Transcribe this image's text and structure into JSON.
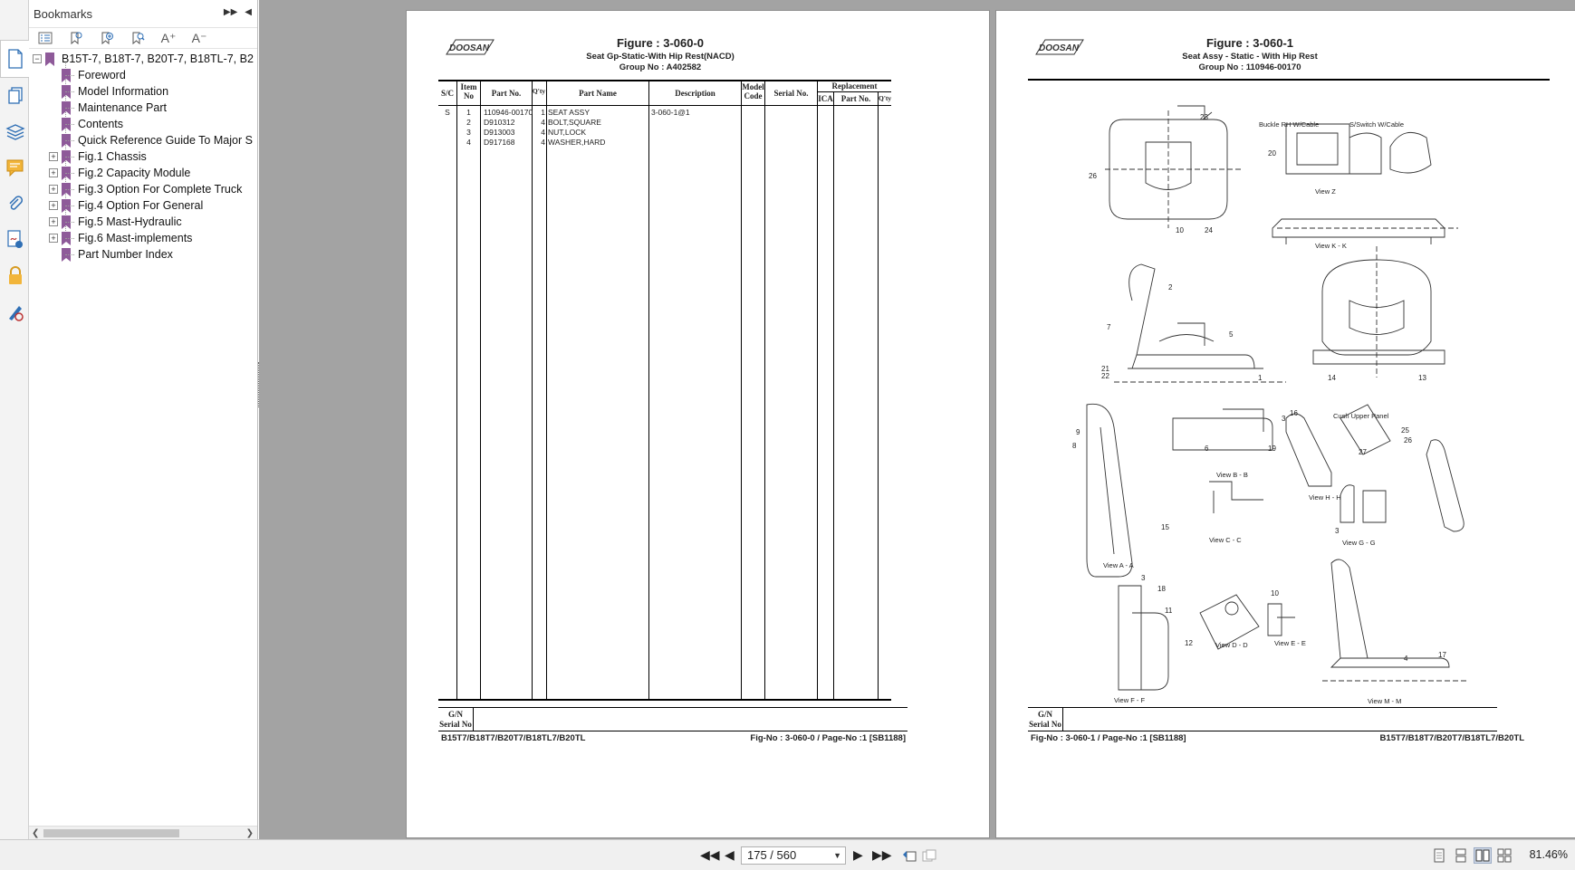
{
  "bookmarks": {
    "title": "Bookmarks",
    "root_label": "B15T-7, B18T-7, B20T-7, B18TL-7, B2",
    "items": [
      {
        "label": "Foreword",
        "expandable": false
      },
      {
        "label": "Model Information",
        "expandable": false
      },
      {
        "label": "Maintenance Part",
        "expandable": false
      },
      {
        "label": "Contents",
        "expandable": false
      },
      {
        "label": "Quick Reference Guide To Major S",
        "expandable": false
      },
      {
        "label": "Fig.1 Chassis",
        "expandable": true
      },
      {
        "label": "Fig.2 Capacity Module",
        "expandable": true
      },
      {
        "label": "Fig.3 Option For Complete Truck",
        "expandable": true
      },
      {
        "label": "Fig.4 Option For General",
        "expandable": true
      },
      {
        "label": "Fig.5 Mast-Hydraulic",
        "expandable": true
      },
      {
        "label": "Fig.6 Mast-implements",
        "expandable": true
      },
      {
        "label": "Part Number Index",
        "expandable": false
      }
    ],
    "toolbar": {
      "text_larger": "A⁺",
      "text_smaller": "A⁻"
    },
    "flag_color": "#8e5a99"
  },
  "page_left": {
    "logo": "DOOSAN",
    "figure_title": "Figure : 3-060-0",
    "subtitle": "Seat Gp-Static-With Hip Rest(NACD)",
    "group_no": "Group No :  A402582",
    "headers": {
      "sc": "S/C",
      "item_no": "Item No",
      "part_no": "Part No.",
      "qty": "Q'ty",
      "part_name": "Part Name",
      "description": "Description",
      "model_code": "Model Code",
      "serial_no": "Serial No.",
      "replacement": "Replacement",
      "ica": "ICA",
      "rep_part_no": "Part No.",
      "rep_qty": "Q'ty"
    },
    "rows": [
      {
        "sc": "S",
        "item": "1",
        "part_no": "110946-00170",
        "qty": "1",
        "name": "SEAT ASSY",
        "desc": "3-060-1@1"
      },
      {
        "sc": "",
        "item": "2",
        "part_no": "D910312",
        "qty": "4",
        "name": "BOLT,SQUARE",
        "desc": ""
      },
      {
        "sc": "",
        "item": "3",
        "part_no": "D913003",
        "qty": "4",
        "name": "NUT,LOCK",
        "desc": ""
      },
      {
        "sc": "",
        "item": "4",
        "part_no": "D917168",
        "qty": "4",
        "name": "WASHER,HARD",
        "desc": ""
      }
    ],
    "gn_label": "G/N Serial No",
    "footer_left": "B15T7/B18T7/B20T7/B18TL7/B20TL",
    "footer_right": "Fig-No : 3-060-0 / Page-No :1 [SB1188]"
  },
  "page_right": {
    "logo": "DOOSAN",
    "figure_title": "Figure : 3-060-1",
    "subtitle": "Seat Assy - Static - With Hip Rest",
    "group_no": "Group No :  110946-00170",
    "view_labels": [
      "View Z",
      "View K - K",
      "View A - A",
      "View B - B",
      "View H - H",
      "View C - C",
      "View G - G",
      "View F - F",
      "View D - D",
      "View E - E",
      "View M - M"
    ],
    "callouts": [
      "Buckle RH W/Cable",
      "S/Switch W/Cable",
      "Cush Upper Panel"
    ],
    "gn_label": "G/N Serial No",
    "footer_left": "Fig-No : 3-060-1 / Page-No :1 [SB1188]",
    "footer_right": "B15T7/B18T7/B20T7/B18TL7/B20TL"
  },
  "statusbar": {
    "page_display": "175 / 560",
    "zoom": "81.46%"
  }
}
